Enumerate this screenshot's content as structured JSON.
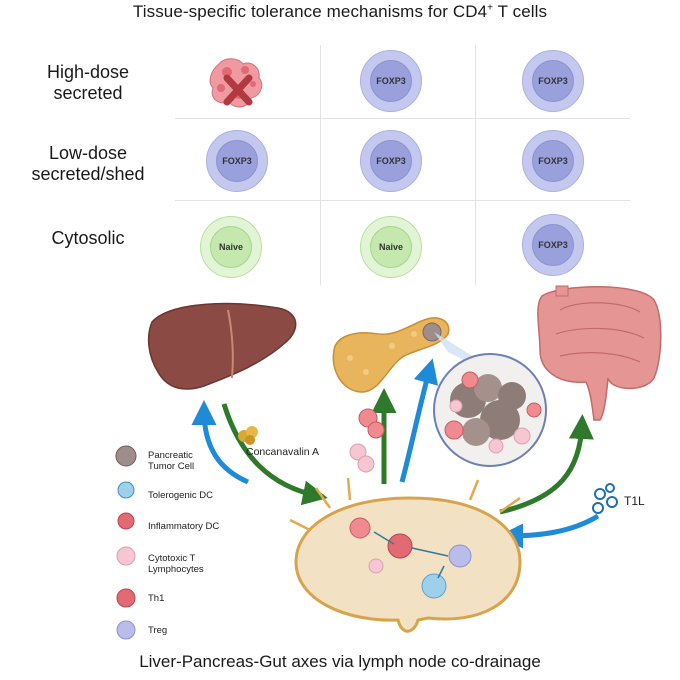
{
  "title": {
    "main": "Tissue-specific tolerance mechanisms for CD4",
    "superscript": "+",
    "tail": " T cells"
  },
  "rows": [
    {
      "label_line1": "High-dose",
      "label_line2": "secreted"
    },
    {
      "label_line1": "Low-dose",
      "label_line2": "secreted/shed"
    },
    {
      "label_line1": "Cytosolic",
      "label_line2": ""
    }
  ],
  "cells": {
    "foxp3": "FOXP3",
    "naive": "Naive"
  },
  "grid": [
    [
      "dead",
      "foxp3",
      "foxp3"
    ],
    [
      "foxp3",
      "foxp3",
      "foxp3"
    ],
    [
      "naive",
      "naive",
      "foxp3"
    ]
  ],
  "labels": {
    "concanavalin": "Concanavalin A",
    "t1l": "T1L"
  },
  "legend": [
    {
      "line1": "Pancreatic",
      "line2": "Tumor Cell",
      "icon": "pancreatic-tumor-cell-icon"
    },
    {
      "line1": "Tolerogenic DC",
      "line2": "",
      "icon": "tolerogenic-dc-icon"
    },
    {
      "line1": "Inflammatory DC",
      "line2": "",
      "icon": "inflammatory-dc-icon"
    },
    {
      "line1": "Cytotoxic T",
      "line2": "Lymphocytes",
      "icon": "cytotoxic-t-lymphocyte-icon"
    },
    {
      "line1": "Th1",
      "line2": "",
      "icon": "th1-cell-icon"
    },
    {
      "line1": "Treg",
      "line2": "",
      "icon": "treg-cell-icon"
    }
  ],
  "bottom_title": "Liver-Pancreas-Gut axes via lymph node co-drainage",
  "colors": {
    "treg": "#c4c8ef",
    "naive": "#e2f4d6",
    "arrow_blue": "#1f8ad8",
    "arrow_green": "#2f7a2a",
    "lymph_node": "#f3e1c4",
    "liver": "#8b4a43",
    "pancreas": "#e8b45c",
    "gut": "#d98a8a"
  }
}
